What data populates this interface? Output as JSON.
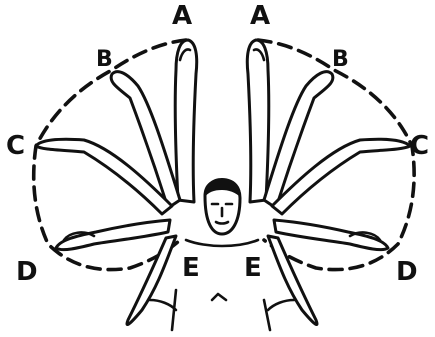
{
  "figure": {
    "left_labels": [
      "A",
      "B",
      "C",
      "D",
      "E"
    ],
    "right_labels": [
      "A",
      "B",
      "C",
      "D",
      "E"
    ],
    "ink_color": "#111111",
    "paper_color": "#ffffff"
  }
}
